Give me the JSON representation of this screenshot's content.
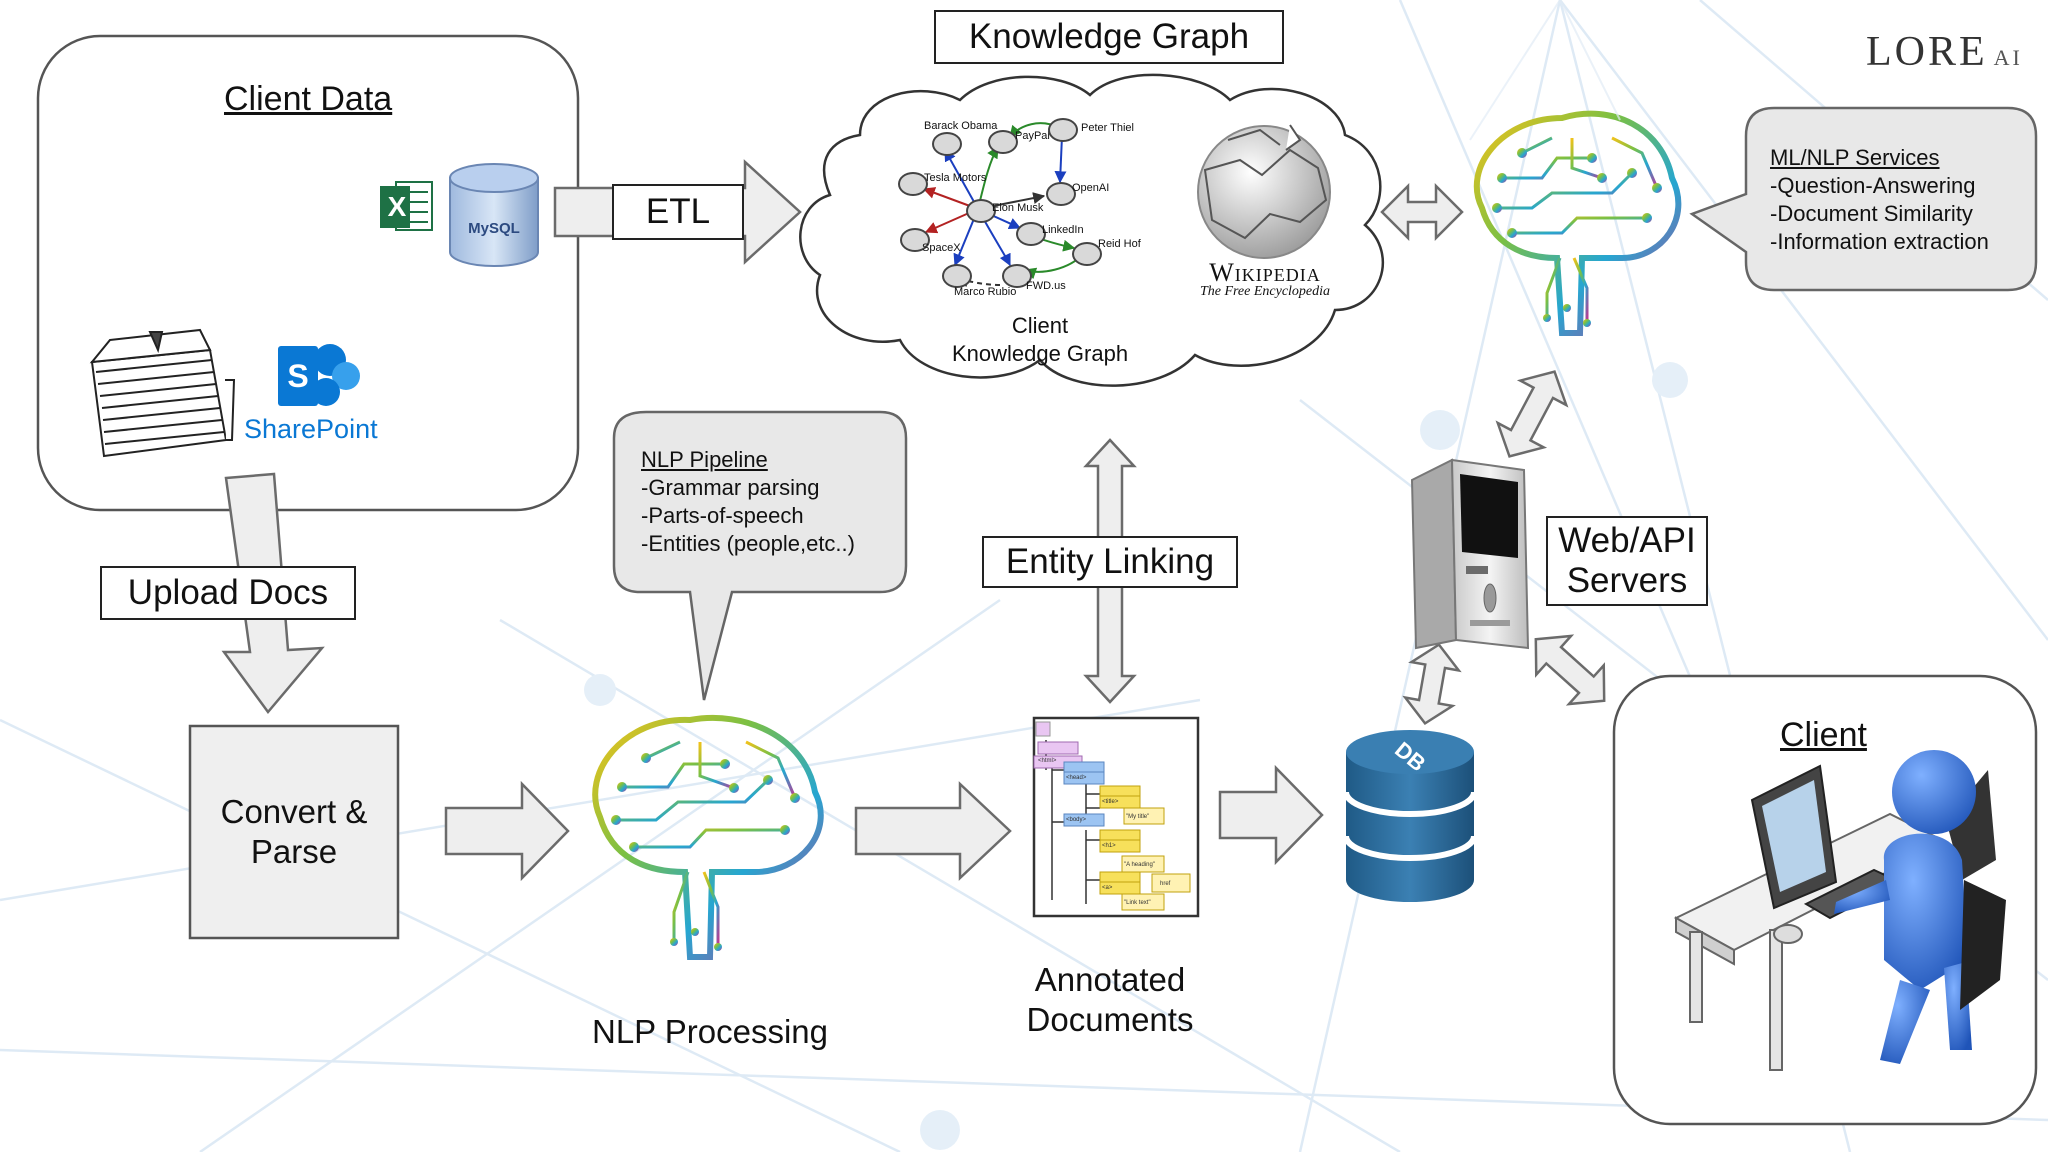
{
  "brand": {
    "logo_text": "LORE",
    "logo_suffix": "AI"
  },
  "client_data": {
    "title": "Client Data",
    "excel_letter": "X",
    "mysql_label": "MySQL",
    "sharepoint_letter": "S",
    "sharepoint_label": "SharePoint"
  },
  "etl_label": "ETL",
  "knowledge_graph": {
    "title": "Knowledge Graph",
    "cloud_caption_line1": "Client",
    "cloud_caption_line2": "Knowledge Graph",
    "nodes": [
      {
        "id": "obama",
        "label": "Barack Obama"
      },
      {
        "id": "paypal",
        "label": "PayPal"
      },
      {
        "id": "thiel",
        "label": "Peter Thiel"
      },
      {
        "id": "tesla",
        "label": "Tesla Motors"
      },
      {
        "id": "musk",
        "label": "Elon Musk"
      },
      {
        "id": "openai",
        "label": "OpenAI"
      },
      {
        "id": "linkedin",
        "label": "LinkedIn"
      },
      {
        "id": "spacex",
        "label": "SpaceX"
      },
      {
        "id": "hoffman",
        "label": "Reid Hof"
      },
      {
        "id": "rubio",
        "label": "Marco Rubio"
      },
      {
        "id": "fwd",
        "label": "FWD.us"
      }
    ],
    "wikipedia_title": "Wikipedia",
    "wikipedia_subtitle": "The Free Encyclopedia"
  },
  "ml_services": {
    "title": "ML/NLP Services",
    "items": [
      "-Question-Answering",
      "-Document Similarity",
      "-Information extraction"
    ]
  },
  "upload_label": "Upload Docs",
  "convert_label_line1": "Convert &",
  "convert_label_line2": "Parse",
  "nlp_pipeline": {
    "title": "NLP Pipeline",
    "items": [
      "-Grammar parsing",
      "-Parts-of-speech",
      "-Entities (people,etc..)"
    ]
  },
  "nlp_processing_label": "NLP Processing",
  "entity_linking_label": "Entity Linking",
  "annotated_docs": {
    "caption_line1": "Annotated",
    "caption_line2": "Documents",
    "tree_labels": [
      "<html>",
      "<head>",
      "<title>",
      "\"My title\"",
      "<body>",
      "<h1>",
      "\"A heading\"",
      "<a>",
      "href",
      "\"Link text\""
    ]
  },
  "db_label": "DB",
  "web_api_line1": "Web/API",
  "web_api_line2": "Servers",
  "client_label": "Client",
  "colors": {
    "arrow_fill": "#eeeeee",
    "arrow_stroke": "#6b6b6b",
    "db_blue": "#2e6e9e",
    "person_blue": "#2f6fd8",
    "sharepoint_blue": "#0a78d4",
    "excel_green": "#1e7145",
    "bubble_gray": "#e8e8e8"
  }
}
